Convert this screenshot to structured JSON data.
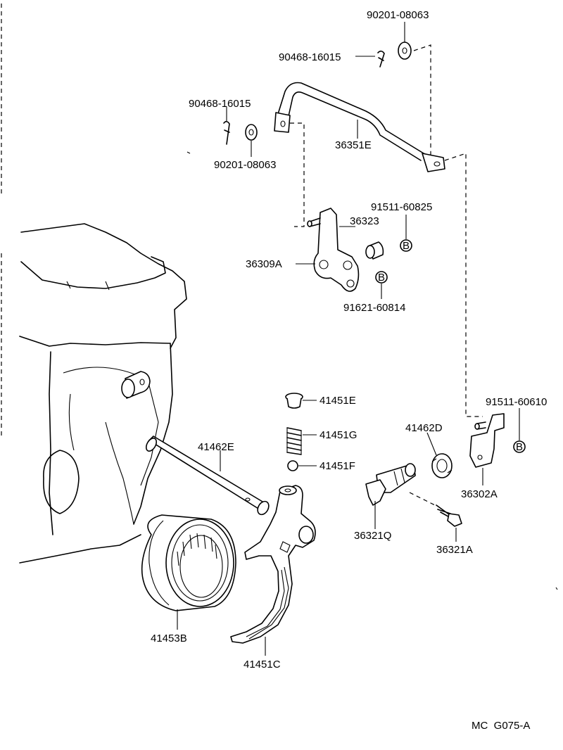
{
  "parts": {
    "p90201_top": "90201-08063",
    "p90468_top": "90468-16015",
    "p90468_left": "90468-16015",
    "p90201_left": "90201-08063",
    "p36351E": "36351E",
    "p91511_60825": "91511-60825",
    "p36323": "36323",
    "p36309A": "36309A",
    "p91621_60814": "91621-60814",
    "p41451E": "41451E",
    "p41451G": "41451G",
    "p41451F": "41451F",
    "p41462E": "41462E",
    "p41462D": "41462D",
    "p91511_60610": "91511-60610",
    "p36302A": "36302A",
    "p36321Q": "36321Q",
    "p36321A": "36321A",
    "p41453B": "41453B",
    "p41451C": "41451C"
  },
  "bolt_marker": "B",
  "figure_code": "MC  G075-A"
}
